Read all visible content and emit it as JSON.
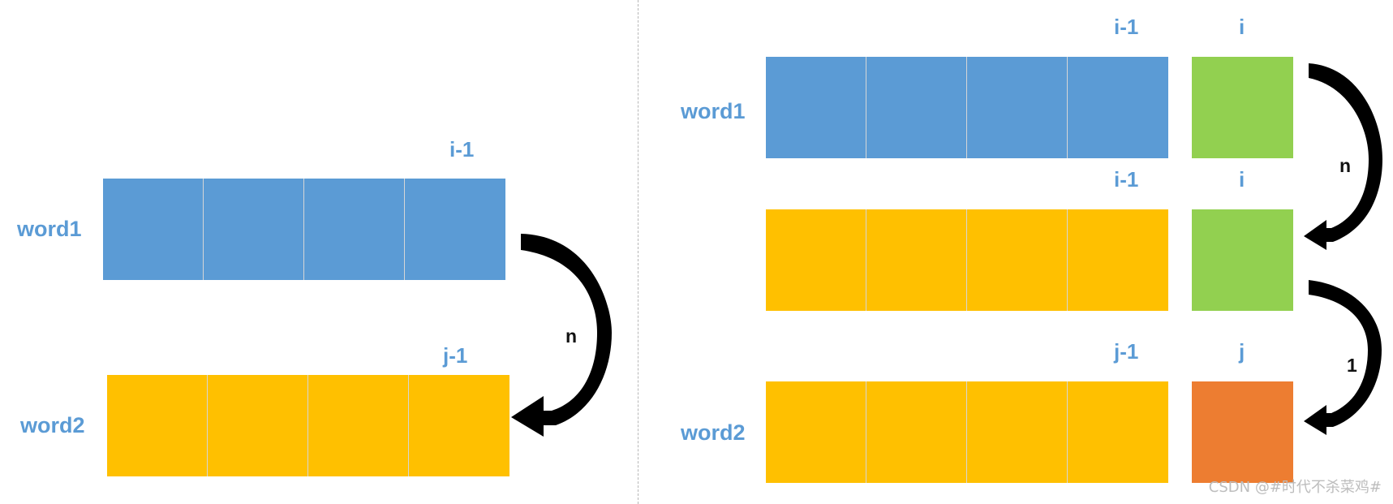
{
  "left": {
    "word1_label": "word1",
    "word2_label": "word2",
    "word1_index": "i-1",
    "word2_index": "j-1",
    "arrow_label": "n"
  },
  "right": {
    "word1_label": "word1",
    "word2_label": "word2",
    "row1_index_main": "i-1",
    "row1_index_extra": "i",
    "row2_index_main": "i-1",
    "row2_index_extra": "i",
    "row3_index_main": "j-1",
    "row3_index_extra": "j",
    "arrow_top_label": "n",
    "arrow_bottom_label": "1"
  },
  "colors": {
    "blue": "#5b9bd5",
    "yellow": "#ffc000",
    "green": "#92d050",
    "orange": "#ed7d31",
    "black": "#000000"
  },
  "watermark": "CSDN @#时代不杀菜鸡#"
}
